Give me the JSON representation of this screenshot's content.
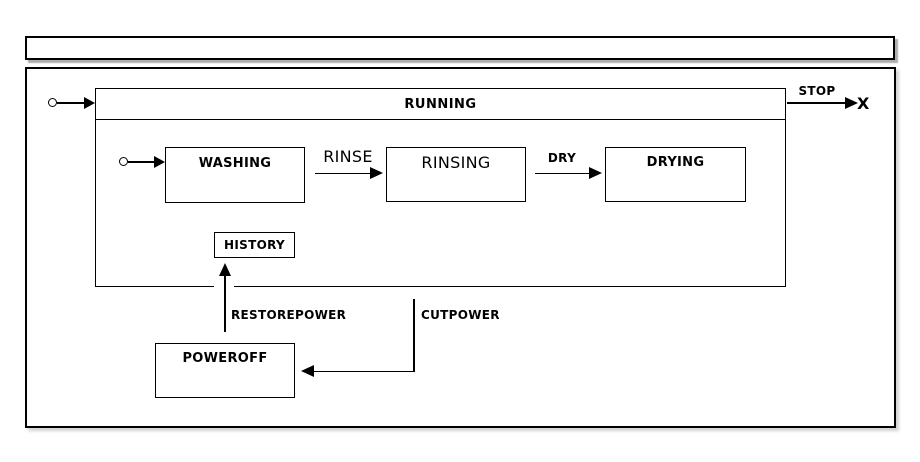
{
  "diagram": {
    "kind": "statechart",
    "colors": {
      "line": "#000000",
      "background": "#ffffff"
    },
    "states": {
      "running": "RUNNING",
      "washing": "WASHING",
      "rinsing": "RINSING",
      "drying": "DRYING",
      "history": "HISTORY",
      "poweroff": "POWEROFF",
      "final_marker": "X"
    },
    "transitions": {
      "rinse": "RINSE",
      "dry": "DRY",
      "stop": "STOP",
      "restorepower": "RESTOREPOWER",
      "cutpower": "CUTPOWER"
    }
  }
}
